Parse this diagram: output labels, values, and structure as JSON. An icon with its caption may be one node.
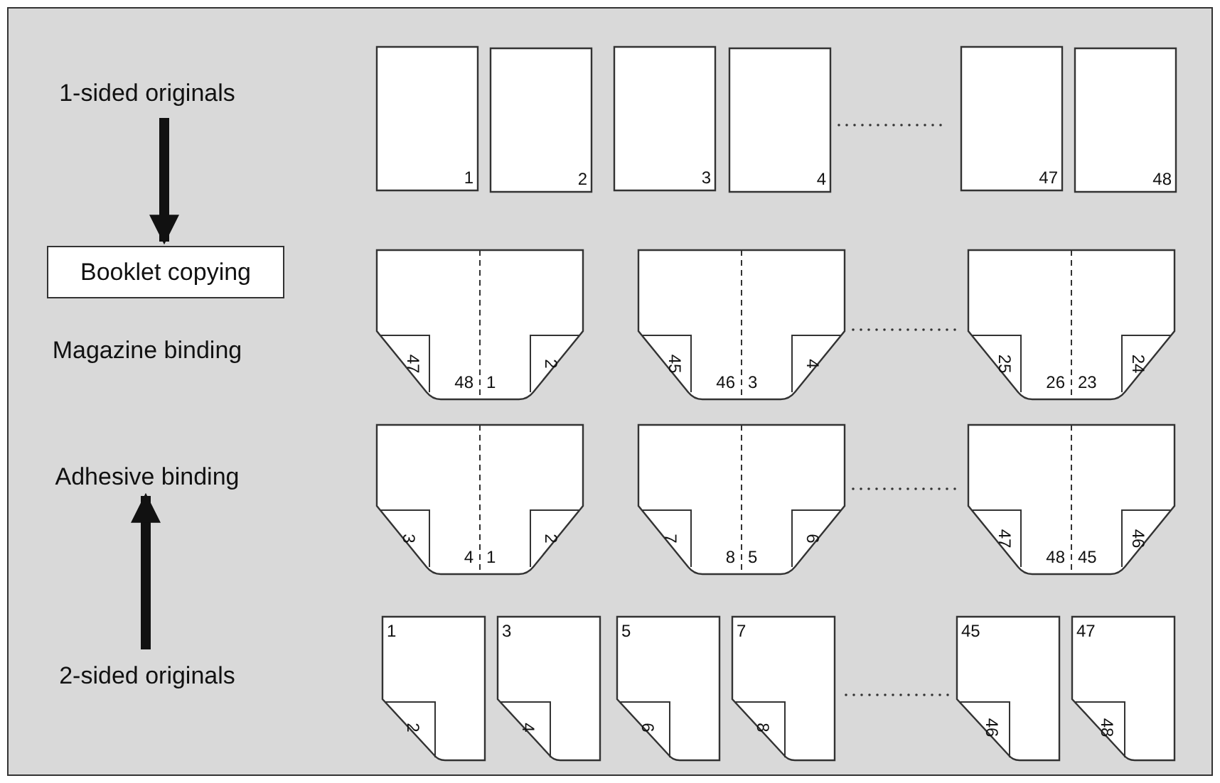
{
  "diagram": {
    "nodes": [
      {
        "text": [
          "1-sided originals"
        ]
      },
      {
        "text": [
          "1"
        ]
      },
      {
        "text": [
          "2"
        ]
      },
      {
        "text": [
          "3"
        ]
      },
      {
        "text": [
          "4"
        ]
      },
      {
        "text": [
          "47"
        ]
      },
      {
        "text": [
          "48"
        ]
      },
      {
        "text": [
          "Booklet copying"
        ]
      },
      {
        "text": [
          "47",
          "48",
          "1",
          "2"
        ]
      },
      {
        "text": [
          "45",
          "46",
          "3",
          "4"
        ]
      },
      {
        "text": [
          "25",
          "26",
          "23",
          "24"
        ]
      },
      {
        "text": [
          "Adhesive binding"
        ]
      },
      {
        "text": [
          "3",
          "4",
          "1",
          "2"
        ]
      },
      {
        "text": [
          "7",
          "8",
          "5",
          "6"
        ]
      },
      {
        "text": [
          "47",
          "48",
          "45",
          "46"
        ]
      },
      {
        "text": [
          "2-sided originals"
        ]
      },
      {
        "text": [
          "1",
          "2"
        ]
      },
      {
        "text": [
          "3",
          "4"
        ]
      },
      {
        "text": [
          "5",
          "6"
        ]
      },
      {
        "text": [
          "7",
          "8"
        ]
      },
      {
        "text": [
          "45",
          "46"
        ]
      },
      {
        "text": [
          "47",
          "48"
        ]
      }
    ],
    "edges": [
      {
        "from": 0,
        "to": 7,
        "arrow": "to"
      },
      {
        "from": 15,
        "to": 11,
        "arrow": "to"
      }
    ],
    "labels": [
      "Magazine binding"
    ]
  }
}
